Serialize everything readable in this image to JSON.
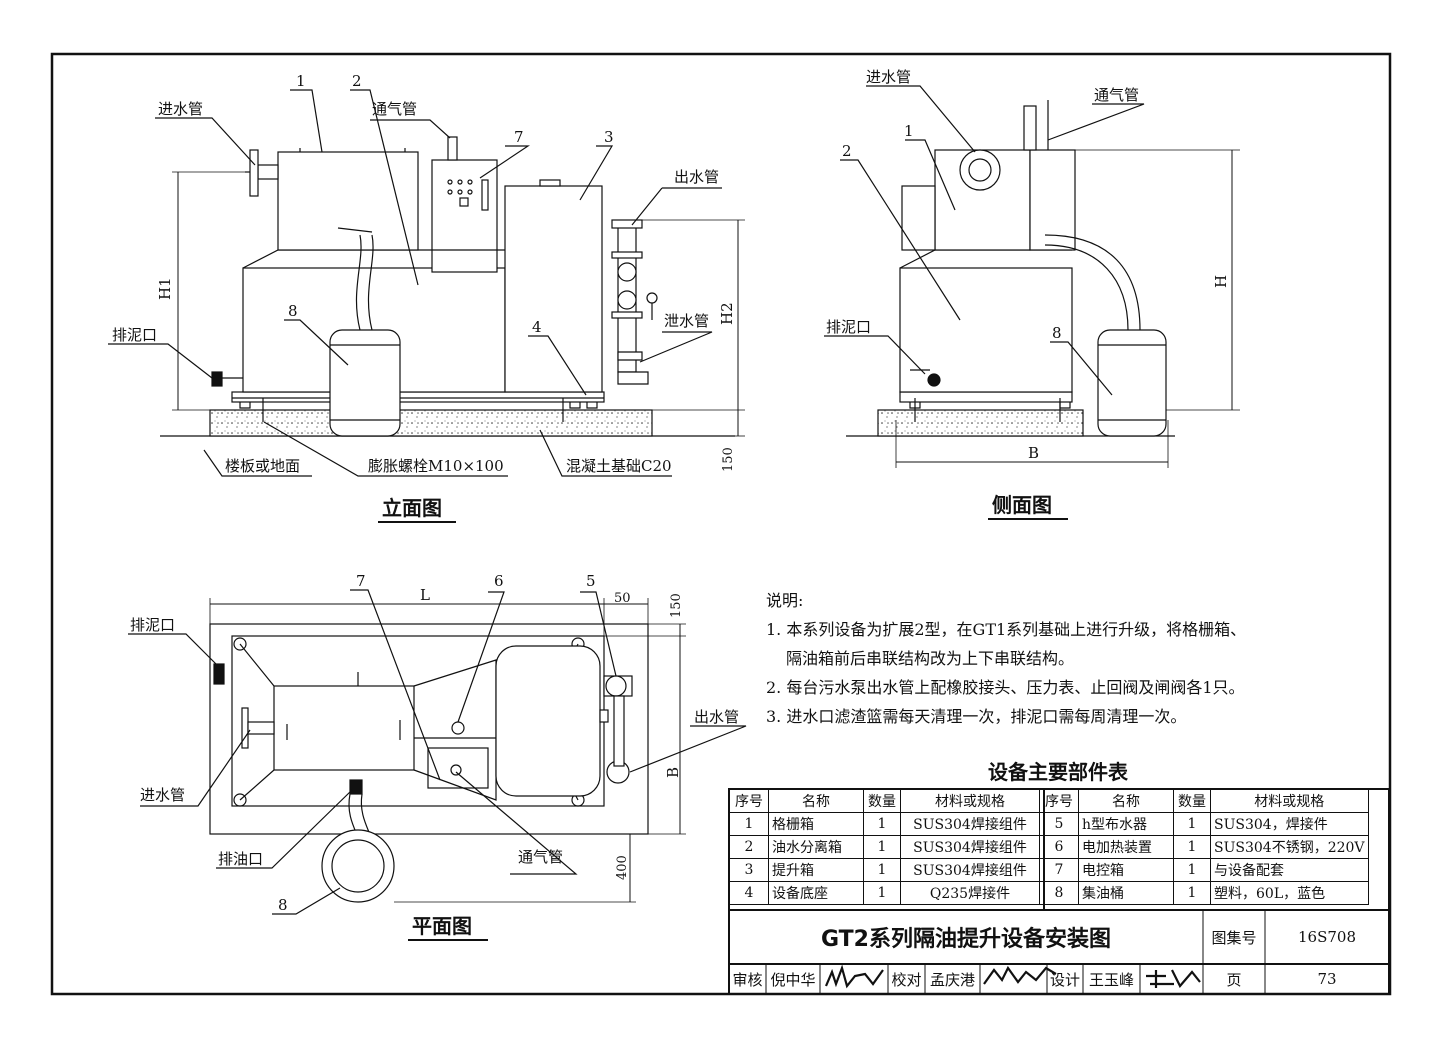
{
  "views": {
    "front_title": "立面图",
    "side_title": "侧面图",
    "plan_title": "平面图"
  },
  "front_labels": {
    "inlet": "进水管",
    "vent": "通气管",
    "outlet": "出水管",
    "drain_valve": "泄水管",
    "sludge": "排泥口",
    "floor": "楼板或地面",
    "bolt": "膨胀螺栓M10×100",
    "concrete": "混凝土基础C20",
    "h1": "H1",
    "h2": "H2",
    "dim_150": "150",
    "n1": "1",
    "n2": "2",
    "n3": "3",
    "n4": "4",
    "n7": "7",
    "n8": "8"
  },
  "side_labels": {
    "inlet": "进水管",
    "vent": "通气管",
    "sludge": "排泥口",
    "h": "H",
    "b": "B",
    "n1": "1",
    "n2": "2",
    "n8": "8"
  },
  "plan_labels": {
    "sludge": "排泥口",
    "inlet": "进水管",
    "oil": "排油口",
    "vent": "通气管",
    "outlet": "出水管",
    "l": "L",
    "b": "B",
    "d50": "50",
    "d150": "150",
    "d400": "400",
    "n5": "5",
    "n6": "6",
    "n7": "7",
    "n8": "8"
  },
  "notes": {
    "heading": "说明:",
    "line1": "1. 本系列设备为扩展2型，在GT1系列基础上进行升级，将格栅箱、",
    "line1b": "隔油箱前后串联结构改为上下串联结构。",
    "line2": "2. 每台污水泵出水管上配橡胶接头、压力表、止回阀及闸阀各1只。",
    "line3": "3. 进水口滤渣篮需每天清理一次，排泥口需每周清理一次。"
  },
  "parts_table": {
    "title": "设备主要部件表",
    "headers": [
      "序号",
      "名称",
      "数量",
      "材料或规格",
      "序号",
      "名称",
      "数量",
      "材料或规格"
    ],
    "rows": [
      [
        "1",
        "格栅箱",
        "1",
        "SUS304焊接组件",
        "5",
        "h型布水器",
        "1",
        "SUS304，焊接件"
      ],
      [
        "2",
        "油水分离箱",
        "1",
        "SUS304焊接组件",
        "6",
        "电加热装置",
        "1",
        "SUS304不锈钢，220V"
      ],
      [
        "3",
        "提升箱",
        "1",
        "SUS304焊接组件",
        "7",
        "电控箱",
        "1",
        "与设备配套"
      ],
      [
        "4",
        "设备底座",
        "1",
        "Q235焊接件",
        "8",
        "集油桶",
        "1",
        "塑料，60L，蓝色"
      ]
    ]
  },
  "title_block": {
    "drawing_title": "GT2系列隔油提升设备安装图",
    "atlas_label": "图集号",
    "atlas_no": "16S708",
    "page_label": "页",
    "page_no": "73",
    "review_label": "审核",
    "reviewer": "倪中华",
    "check_label": "校对",
    "checker": "孟庆港",
    "design_label": "设计",
    "designer": "王玉峰"
  }
}
